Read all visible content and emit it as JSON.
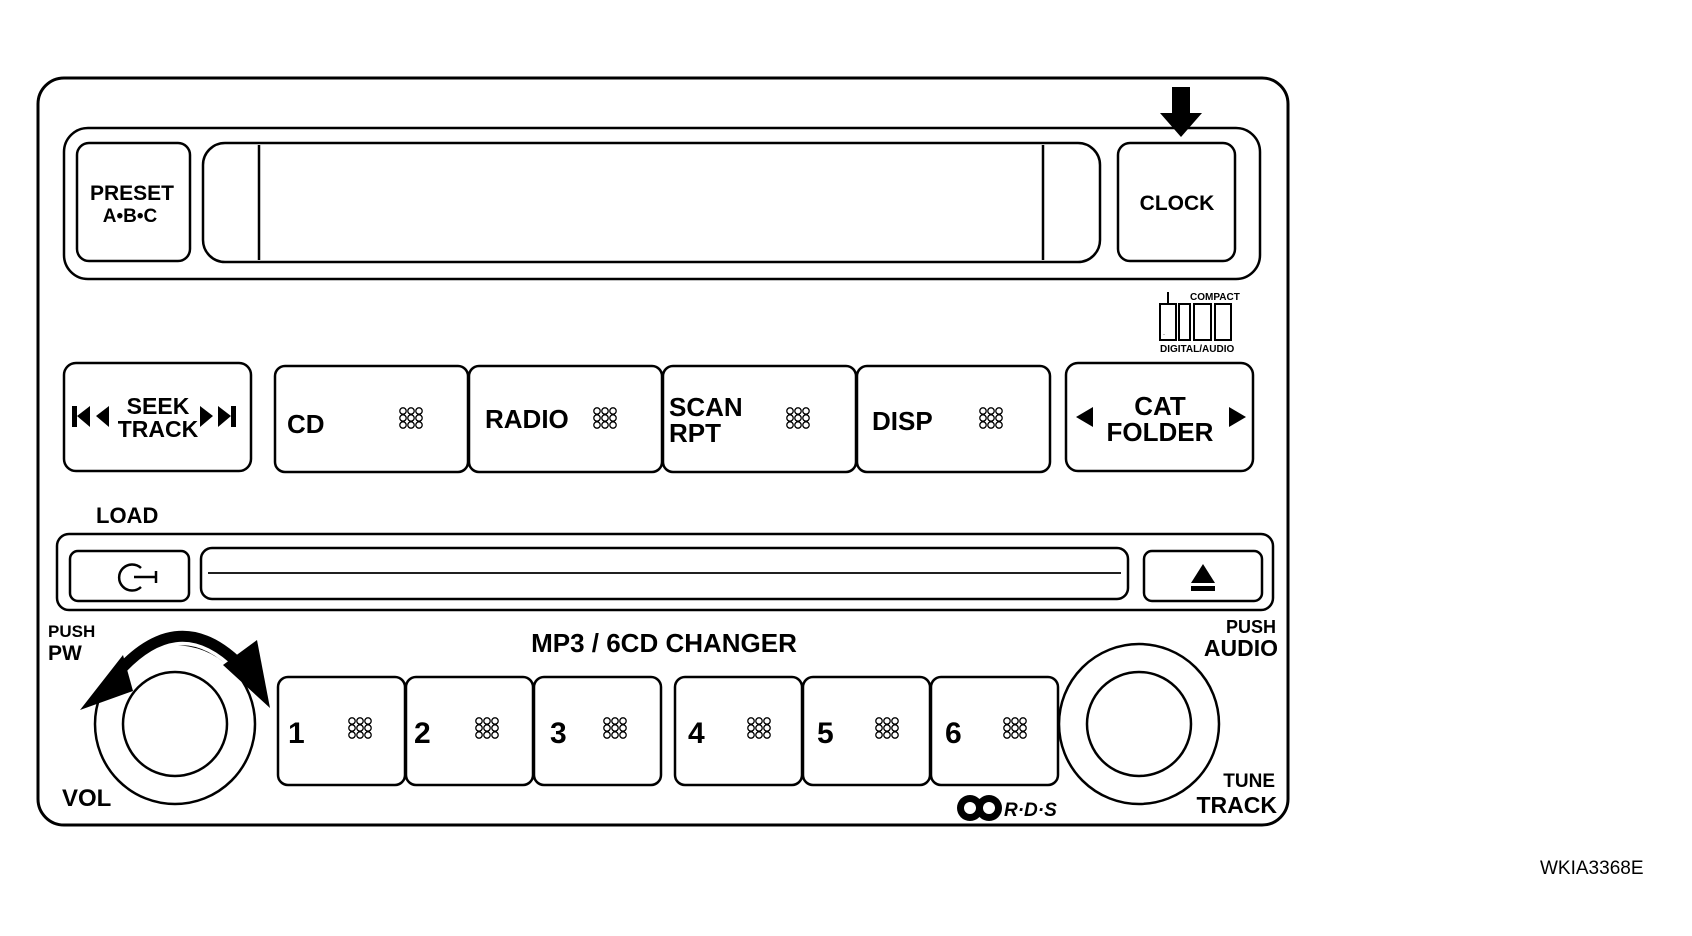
{
  "buttons": {
    "preset_line1": "PRESET",
    "preset_line2": "A•B•C",
    "clock": "CLOCK",
    "seek_line1": "SEEK",
    "seek_line2": "TRACK",
    "cd": "CD",
    "radio": "RADIO",
    "scan_line1": "SCAN",
    "scan_line2": "RPT",
    "disp": "DISP",
    "cat_line1": "CAT",
    "cat_line2": "FOLDER",
    "presets": [
      "1",
      "2",
      "3",
      "4",
      "5",
      "6"
    ]
  },
  "labels": {
    "load": "LOAD",
    "changer": "MP3 / 6CD CHANGER",
    "push_pw_line1": "PUSH",
    "push_pw_line2": "PW",
    "vol": "VOL",
    "push_audio_line1": "PUSH",
    "push_audio_line2": "AUDIO",
    "tune_line1": "TUNE",
    "tune_line2": "TRACK",
    "rds": "R·D·S",
    "figure_code": "WKIA3368E"
  },
  "logo": {
    "compact": "COMPACT",
    "disc": "disc",
    "digital_audio": "DIGITAL/AUDIO"
  },
  "icons": {
    "seek_back": "skip-back-icon",
    "seek_forward": "skip-forward-icon",
    "cat_left": "triangle-left-icon",
    "cat_right": "triangle-right-icon",
    "load": "load-icon",
    "eject": "eject-icon",
    "clock_pointer": "down-arrow-icon",
    "vol_rotate": "rotate-arrows-icon"
  }
}
